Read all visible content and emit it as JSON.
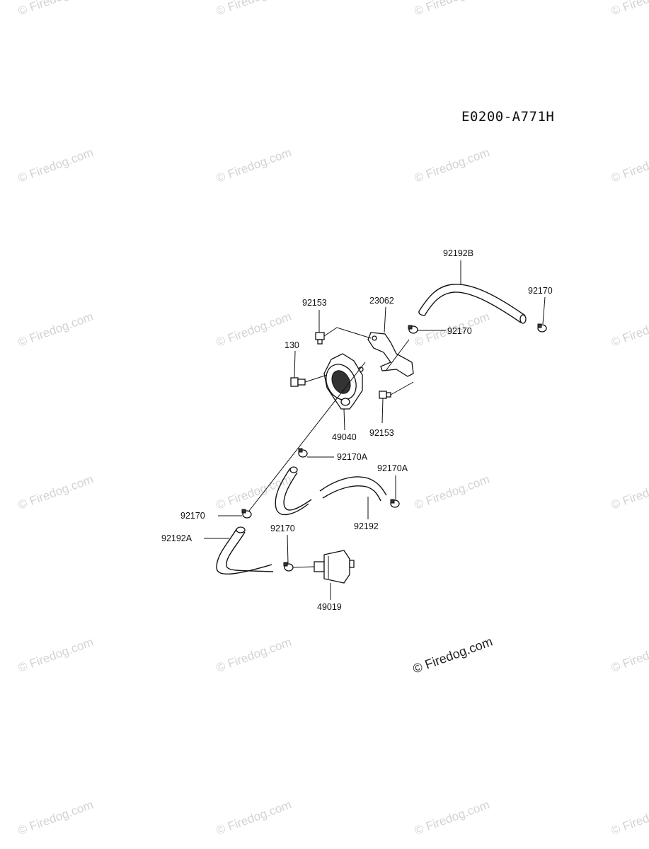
{
  "diagram_code": "E0200-A771H",
  "watermark_text": "© Firedog.com",
  "callouts": {
    "hose_b": "92192B",
    "clamp_b_right": "92170",
    "bracket": "23062",
    "bolt_top": "92153",
    "clamp_b_left": "92170",
    "bolt_left": "130",
    "pump": "49040",
    "bolt_bottom": "92153",
    "clamp_a_mid": "92170A",
    "clamp_a_right": "92170A",
    "hose_mid": "92192",
    "clamp_left": "92170",
    "hose_a": "92192A",
    "clamp_filter": "92170",
    "filter": "49019"
  }
}
